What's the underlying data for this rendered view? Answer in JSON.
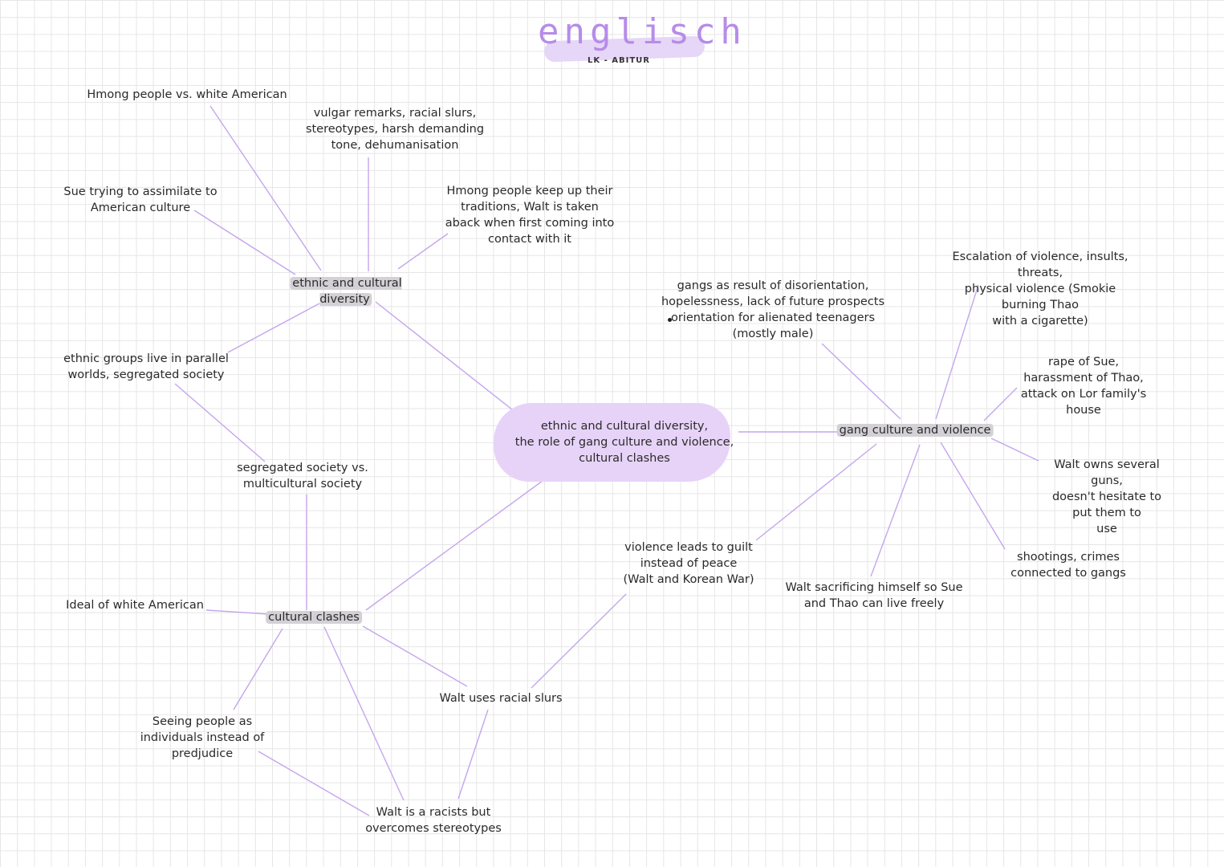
{
  "title": "englisch",
  "subtitle": "LK - ABITUR",
  "colors": {
    "line": "#c5a6ec",
    "accent": "#b68ce8",
    "hub_bg": "#d3d1d6",
    "center_bg": "#e7d3f8"
  },
  "center": "ethnic and cultural diversity,\nthe role of gang culture and violence,\ncultural clashes",
  "hubs": {
    "diversity": "ethnic and cultural\ndiversity",
    "gang": "gang culture and violence",
    "clashes": "cultural clashes"
  },
  "nodes": {
    "hmong_vs_white": "Hmong people vs. white American",
    "vulgar": "vulgar remarks, racial slurs,\nstereotypes, harsh demanding\ntone, dehumanisation",
    "sue_assimilate": "Sue trying to assimilate to\nAmerican culture",
    "hmong_traditions": "Hmong people keep up their\ntraditions, Walt is taken\naback when first coming into\ncontact with it",
    "parallel_worlds": "ethnic groups live in parallel\nworlds, segregated society",
    "segregated_vs": "segregated society vs.\nmulticultural society",
    "gangs_result": "gangs as result of disorientation,\nhopelessness, lack of future prospects\norientation for alienated teenagers\n(mostly male)",
    "escalation": "Escalation of violence, insults, threats,\nphysical violence (Smokie burning Thao\nwith a cigarette)",
    "rape": "rape of Sue, harassment of Thao,\nattack on Lor family's house",
    "guns": "Walt owns several guns,\ndoesn't hesitate to put them to\nuse",
    "shootings": "shootings, crimes connected to gangs",
    "guilt": "violence leads to guilt\ninstead of peace\n(Walt and Korean War)",
    "sacrifice": "Walt sacrificing himself so Sue\nand Thao can live freely",
    "ideal": "Ideal of white American",
    "seeing": "Seeing people as\nindividuals instead of\npredjudice",
    "racial_slurs": "Walt uses racial slurs",
    "racist": "Walt is a racists but\novercomes stereotypes"
  }
}
